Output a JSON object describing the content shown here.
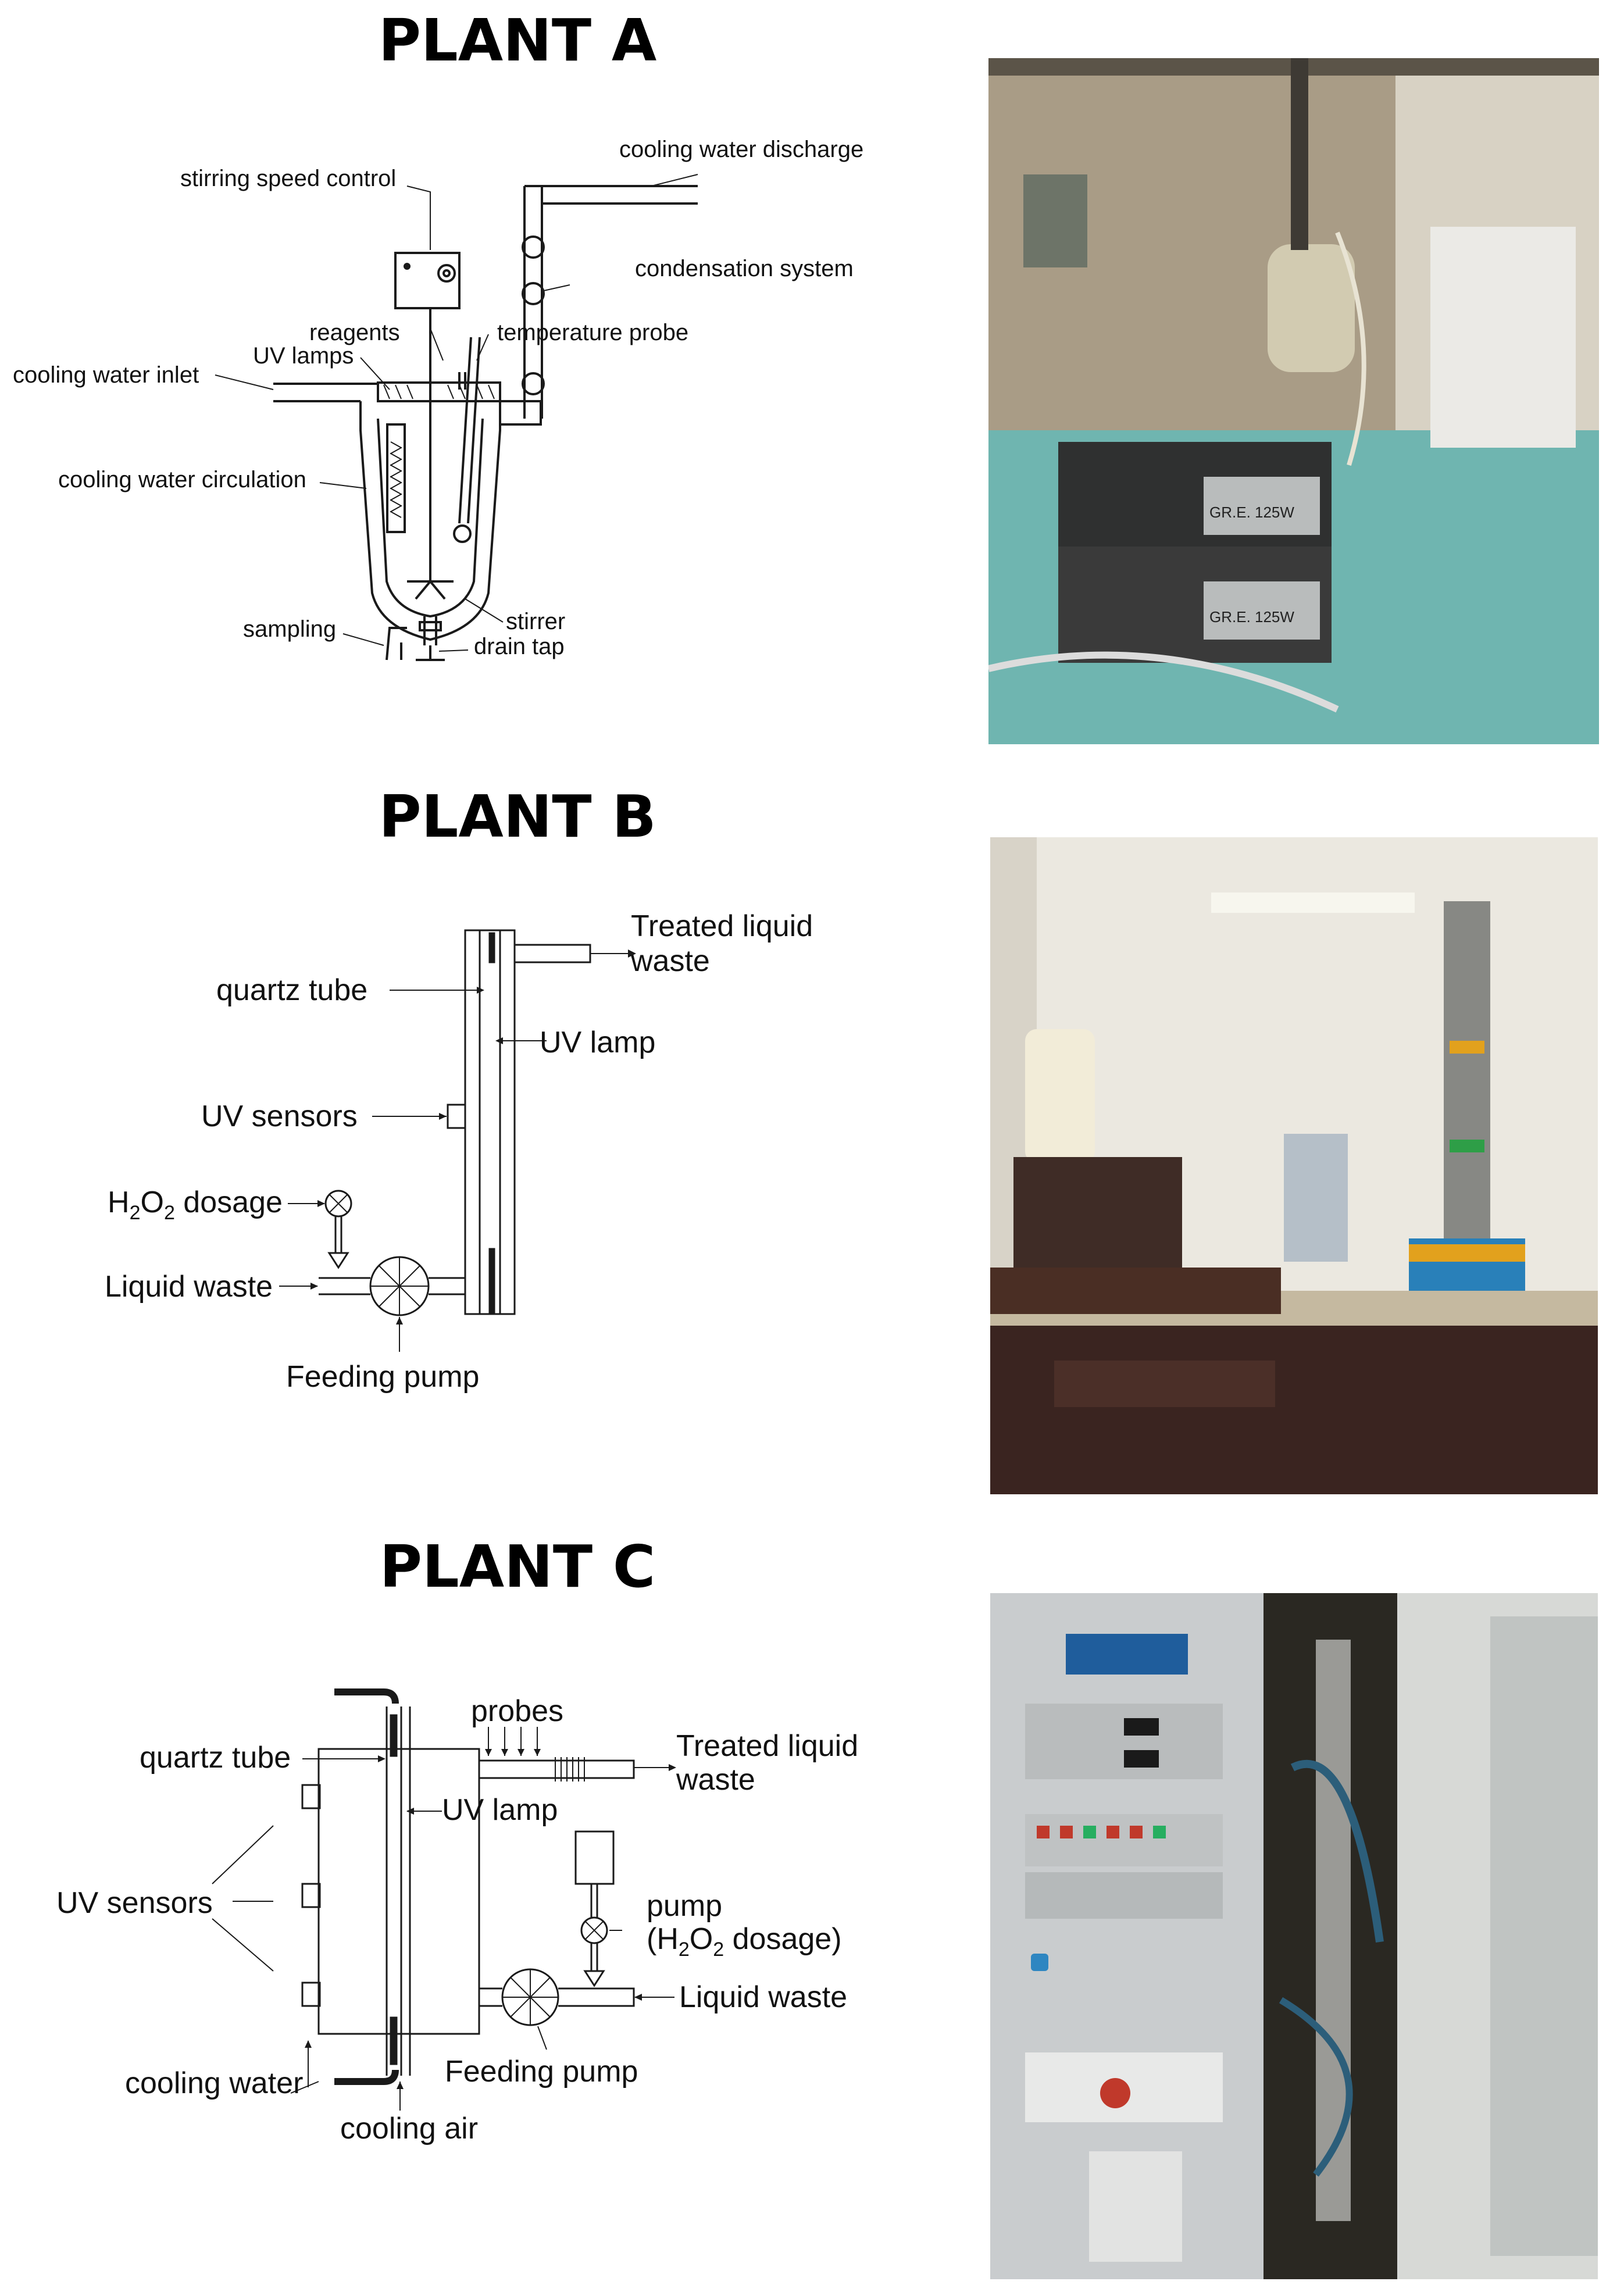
{
  "plant_a": {
    "title": "PLANT A",
    "labels": {
      "stirring_speed_control": "stirring speed control",
      "cooling_water_discharge": "cooling water discharge",
      "condensation_system": "condensation system",
      "reagents": "reagents",
      "uv_lamps": "UV lamps",
      "temperature_probe": "temperature probe",
      "cooling_water_inlet": "cooling water inlet",
      "cooling_water_circulation": "cooling water circulation",
      "sampling": "sampling",
      "stirrer": "stirrer",
      "drain_tap": "drain tap"
    },
    "photo_text": {
      "unit_label": "GR.E. 125W"
    }
  },
  "plant_b": {
    "title": "PLANT B",
    "labels": {
      "treated_liquid_waste_1": "Treated liquid",
      "treated_liquid_waste_2": "waste",
      "quartz_tube": "quartz tube",
      "uv_lamp": "UV lamp",
      "uv_sensors": "UV sensors",
      "h2o2_h": "H",
      "h2o2_2a": "2",
      "h2o2_o": "O",
      "h2o2_2b": "2",
      "h2o2_dosage": " dosage",
      "liquid_waste": "Liquid waste",
      "feeding_pump": "Feeding pump"
    }
  },
  "plant_c": {
    "title": "PLANT C",
    "labels": {
      "probes": "probes",
      "quartz_tube": "quartz tube",
      "treated_liquid_waste_1": "Treated liquid",
      "treated_liquid_waste_2": "waste",
      "uv_lamp": "UV lamp",
      "uv_sensors": "UV sensors",
      "pump": "pump",
      "pump_h2o2_open": "(H",
      "pump_h2o2_2a": "2",
      "pump_h2o2_o": "O",
      "pump_h2o2_2b": "2",
      "pump_h2o2_close": " dosage)",
      "liquid_waste": "Liquid waste",
      "cooling_water": "cooling water",
      "feeding_pump": "Feeding pump",
      "cooling_air": "cooling air"
    }
  },
  "colors": {
    "line": "#1a1a1a",
    "bench_a": "#6fb5b0",
    "wall_b": "#ebe8e0",
    "wood_b": "#3a2420",
    "panel_c": "#c9ccce"
  }
}
